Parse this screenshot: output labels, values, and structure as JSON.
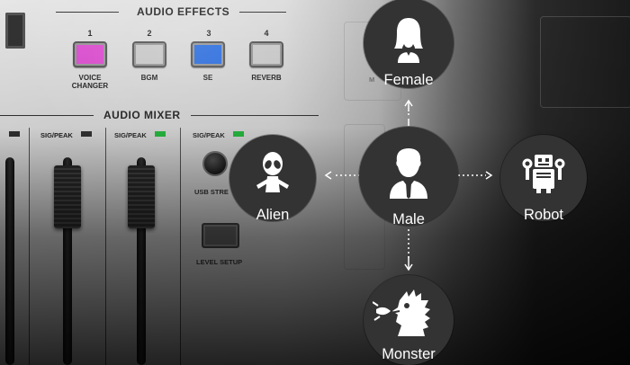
{
  "panel": {
    "effects_title": "AUDIO EFFECTS",
    "mixer_title": "AUDIO MIXER",
    "pads": [
      {
        "number": "1",
        "label_line1": "VOICE",
        "label_line2": "CHANGER",
        "color": "#e24fd6"
      },
      {
        "number": "2",
        "label_line1": "BGM",
        "label_line2": "",
        "color": "#cfcfcf"
      },
      {
        "number": "3",
        "label_line1": "SE",
        "label_line2": "",
        "color": "#2a6fe6"
      },
      {
        "number": "4",
        "label_line1": "REVERB",
        "label_line2": "",
        "color": "#cfcfcf"
      }
    ],
    "sig_peak_label": "SIG/PEAK",
    "usb_stream_label": "USB STRE",
    "lower_button_label": "LEVEL SETUP",
    "right_box_partial_label": "M"
  },
  "voices": {
    "center": {
      "label": "Male",
      "icon": "male-person-icon"
    },
    "top": {
      "label": "Female",
      "icon": "female-person-icon"
    },
    "left": {
      "label": "Alien",
      "icon": "alien-icon"
    },
    "right": {
      "label": "Robot",
      "icon": "robot-icon"
    },
    "bottom": {
      "label": "Monster",
      "icon": "monster-icon"
    }
  },
  "colors": {
    "node_fill": "#333333",
    "label_text": "#ffffff",
    "arrow": "#ffffff",
    "led_green": "#1fbf3a",
    "led_dark": "#333333"
  }
}
